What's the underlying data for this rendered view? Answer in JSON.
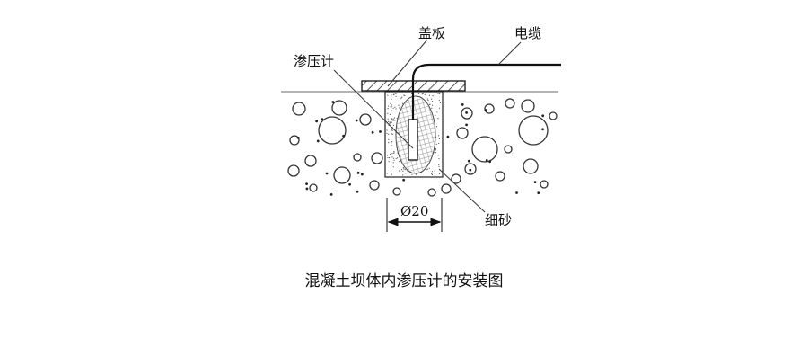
{
  "labels": {
    "cover_plate": "盖板",
    "cable": "电缆",
    "piezometer": "渗压计",
    "fine_sand": "细砂",
    "diameter": "Ø20"
  },
  "caption": "混凝土坝体内渗压计的安装图"
}
